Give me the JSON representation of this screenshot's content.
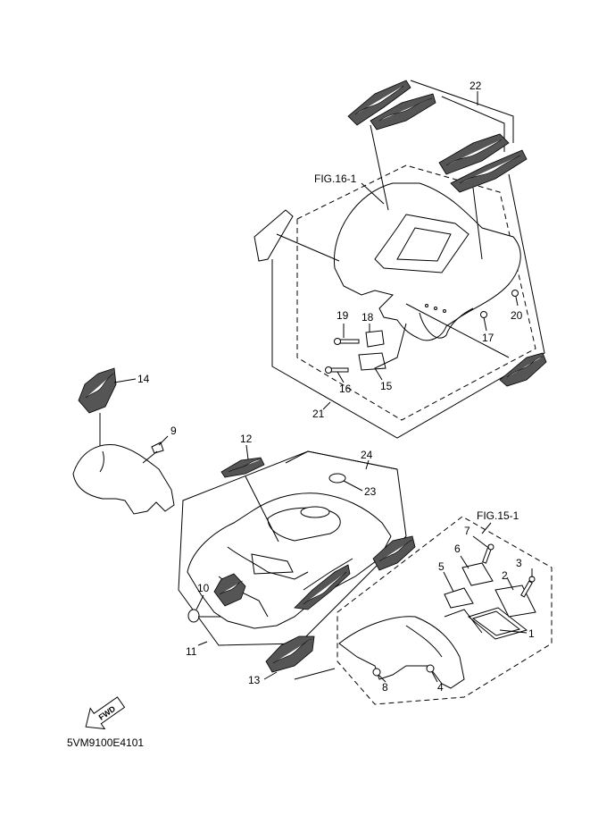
{
  "figure_refs": {
    "rear": "FIG.16-1",
    "front": "FIG.15-1"
  },
  "callouts": {
    "p1": "1",
    "p2": "2",
    "p3": "3",
    "p4": "4",
    "p5": "5",
    "p6": "6",
    "p7": "7",
    "p8": "8",
    "p9": "9",
    "p10": "10",
    "p11": "11",
    "p12": "12",
    "p13": "13",
    "p14": "14",
    "p15": "15",
    "p16": "16",
    "p17": "17",
    "p18": "18",
    "p19": "19",
    "p20": "20",
    "p21": "21",
    "p22": "22",
    "p23": "23",
    "p24": "24"
  },
  "fwd_arrow": {
    "label": "FWD"
  },
  "diagram_code": "5VM9100E4101"
}
